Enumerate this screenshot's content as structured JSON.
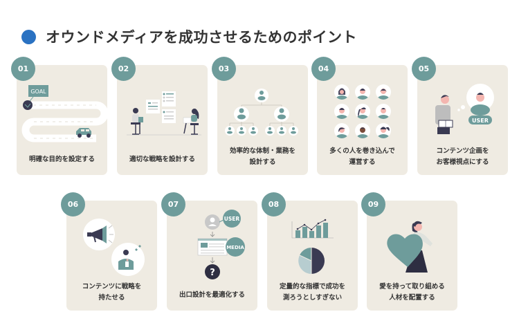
{
  "header": {
    "title": "オウンドメディアを成功させるためのポイント",
    "dot_color": "#2a72c2"
  },
  "colors": {
    "card_bg": "#efebe2",
    "accent_teal": "#6e9c9b",
    "dark_navy": "#3a3a52",
    "text": "#333333"
  },
  "points": [
    {
      "number": "01",
      "label": "明確な目的を設定する",
      "icon": "goal-road-car-icon",
      "goal_text": "GOAL"
    },
    {
      "number": "02",
      "label": "適切な戦略を設計する",
      "icon": "strategy-meeting-icon"
    },
    {
      "number": "03",
      "label": "効率的な体制・業務を\n設計する",
      "icon": "org-chart-icon"
    },
    {
      "number": "04",
      "label": "多くの人を巻き込んで\n運営する",
      "icon": "people-grid-icon"
    },
    {
      "number": "05",
      "label": "コンテンツ企画を\nお客様視点にする",
      "icon": "user-perspective-icon",
      "user_text": "USER"
    },
    {
      "number": "06",
      "label": "コンテンツに戦略を\n持たせる",
      "icon": "megaphone-icon"
    },
    {
      "number": "07",
      "label": "出口設計を最適化する",
      "icon": "user-media-flow-icon",
      "user_text": "USER",
      "media_text": "MEDIA",
      "question_text": "?"
    },
    {
      "number": "08",
      "label": "定量的な指標で成功を\n測ろうとしすぎない",
      "icon": "analytics-chart-icon"
    },
    {
      "number": "09",
      "label": "愛を持って取り組める\n人材を配置する",
      "icon": "heart-person-icon"
    }
  ]
}
